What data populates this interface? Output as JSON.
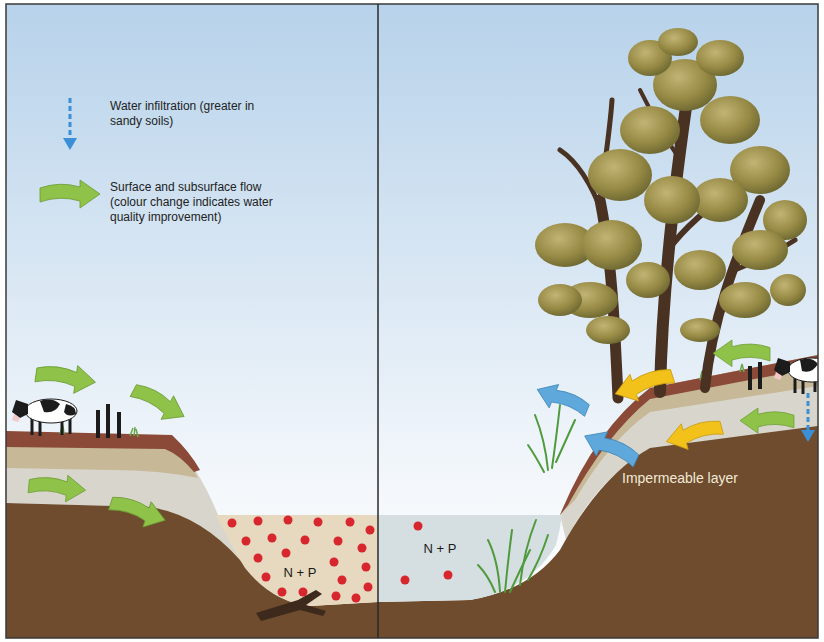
{
  "diagram": {
    "labels": [
      "N + P",
      "N + P",
      "Impermeable layer"
    ],
    "legend": [
      {
        "text": "Water infiltration (greater in sandy soils)"
      },
      {
        "text": "Surface and subsurface flow (colour change indicates water quality improvement)"
      }
    ]
  }
}
